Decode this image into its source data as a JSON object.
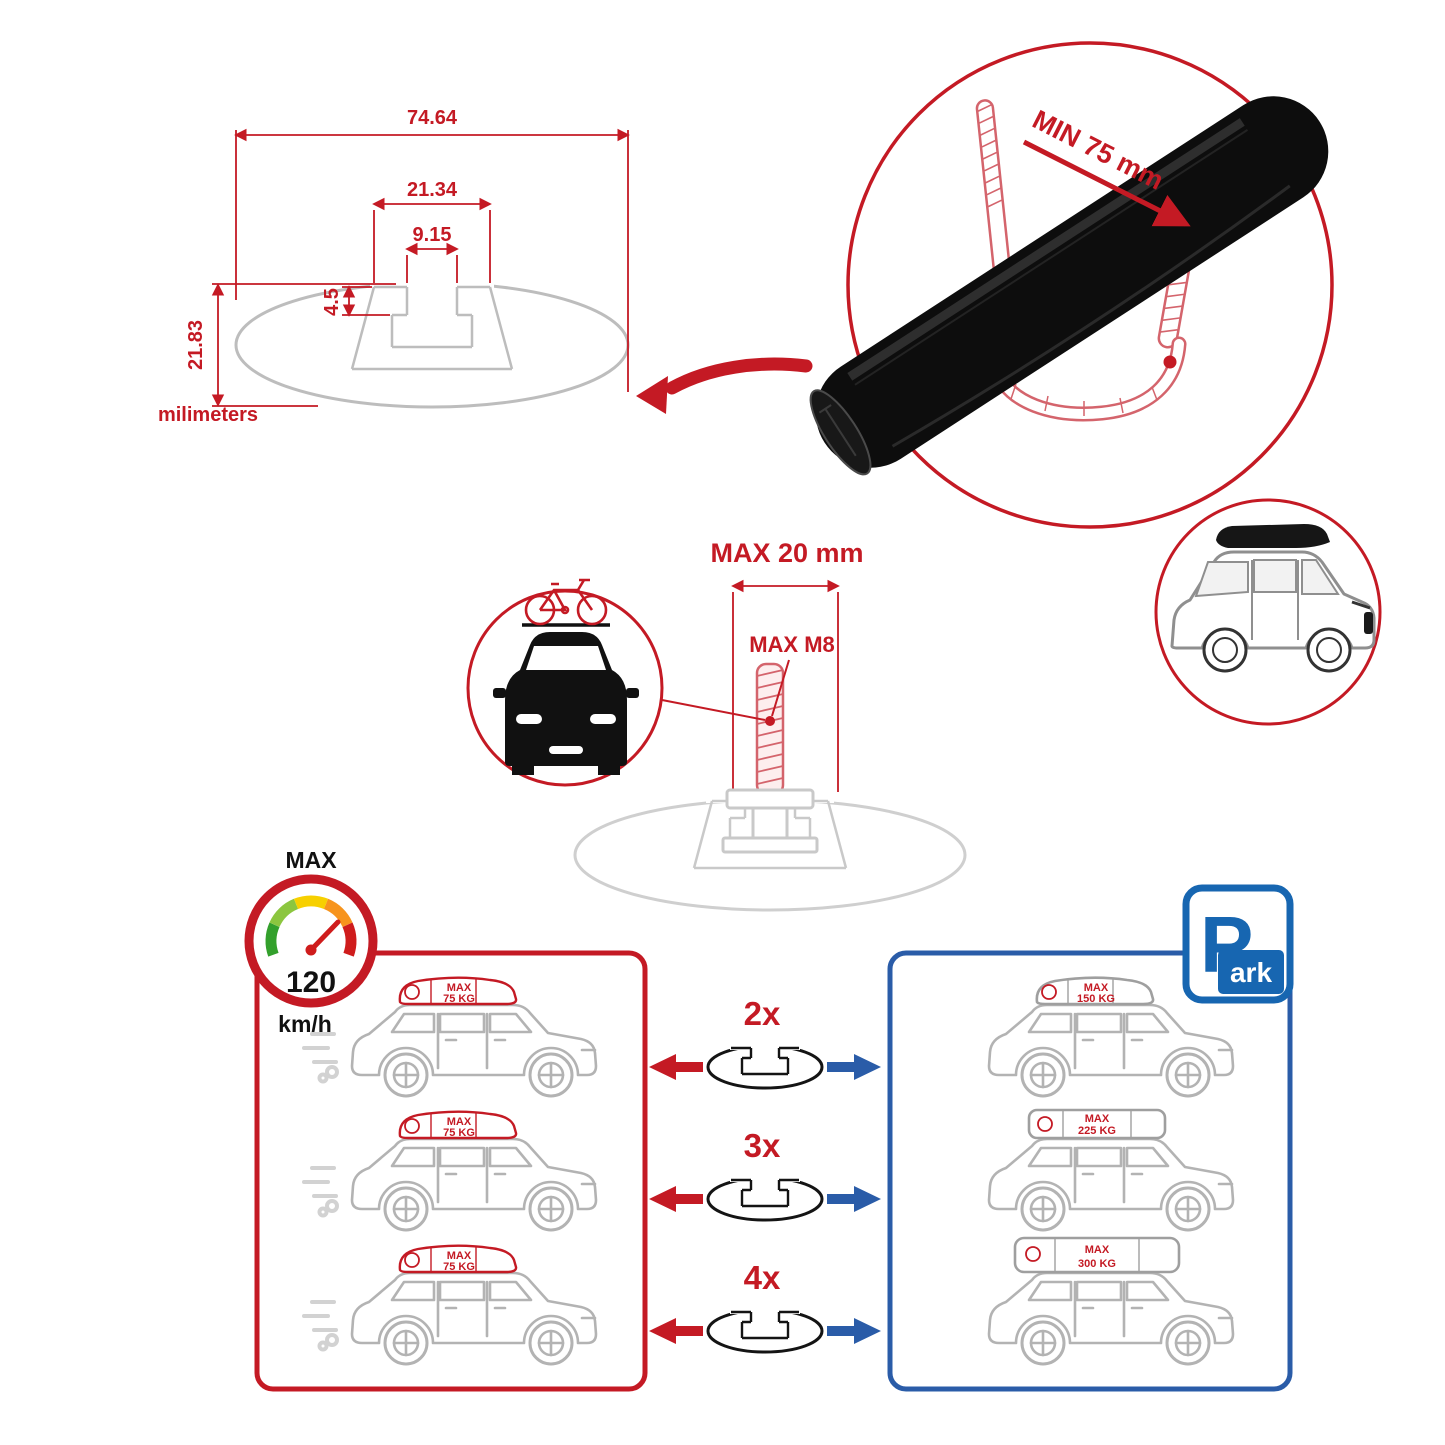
{
  "colors": {
    "accent_red": "#c41a24",
    "accent_blue": "#2a5ca8",
    "parking_blue": "#1766b1",
    "line_gray": "#b3b3b3",
    "bar_black": "#0d0d0d"
  },
  "cross_section": {
    "total_width": "74.64",
    "channel_width": "21.34",
    "slot_width": "9.15",
    "lip_height": "4.5",
    "total_height": "21.83",
    "units": "milimeters"
  },
  "clamp": {
    "min_span": "MIN 75 mm"
  },
  "bolt": {
    "max_length": "MAX 20 mm",
    "max_thread": "MAX M8"
  },
  "speed": {
    "label": "MAX",
    "value": "120",
    "units": "km/h"
  },
  "parking": {
    "letter": "P",
    "rest": "ark"
  },
  "rows": [
    {
      "multiplier": "2x",
      "left_pod": {
        "line1": "MAX",
        "line2": "75 KG"
      },
      "right_pod": {
        "line1": "MAX",
        "line2": "150 KG"
      }
    },
    {
      "multiplier": "3x",
      "left_pod": {
        "line1": "MAX",
        "line2": "75 KG"
      },
      "right_pod": {
        "line1": "MAX",
        "line2": "225 KG"
      }
    },
    {
      "multiplier": "4x",
      "left_pod": {
        "line1": "MAX",
        "line2": "75 KG"
      },
      "right_pod": {
        "line1": "MAX",
        "line2": "300 KG"
      }
    }
  ]
}
